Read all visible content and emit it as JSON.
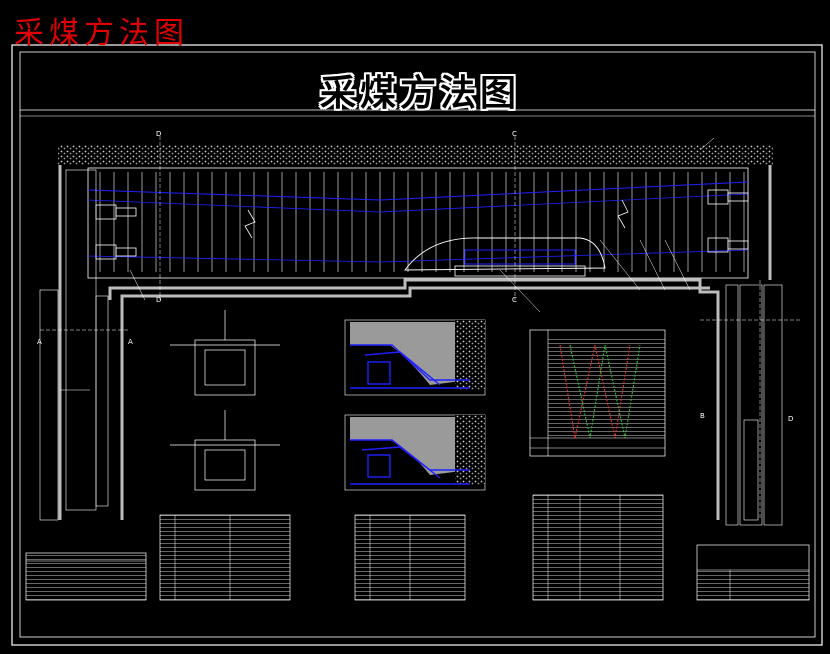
{
  "corner_title": "采煤方法图",
  "banner_title": "采煤方法图",
  "section_marks": {
    "a": "A",
    "b": "B",
    "c": "C",
    "d": "D"
  },
  "colors": {
    "background": "#000000",
    "lines": "#ffffff",
    "support": "#2020ff",
    "title_red": "#e00000",
    "hatch": "#b0b0b0",
    "chart_red": "#ff3030",
    "chart_green": "#30d030"
  }
}
